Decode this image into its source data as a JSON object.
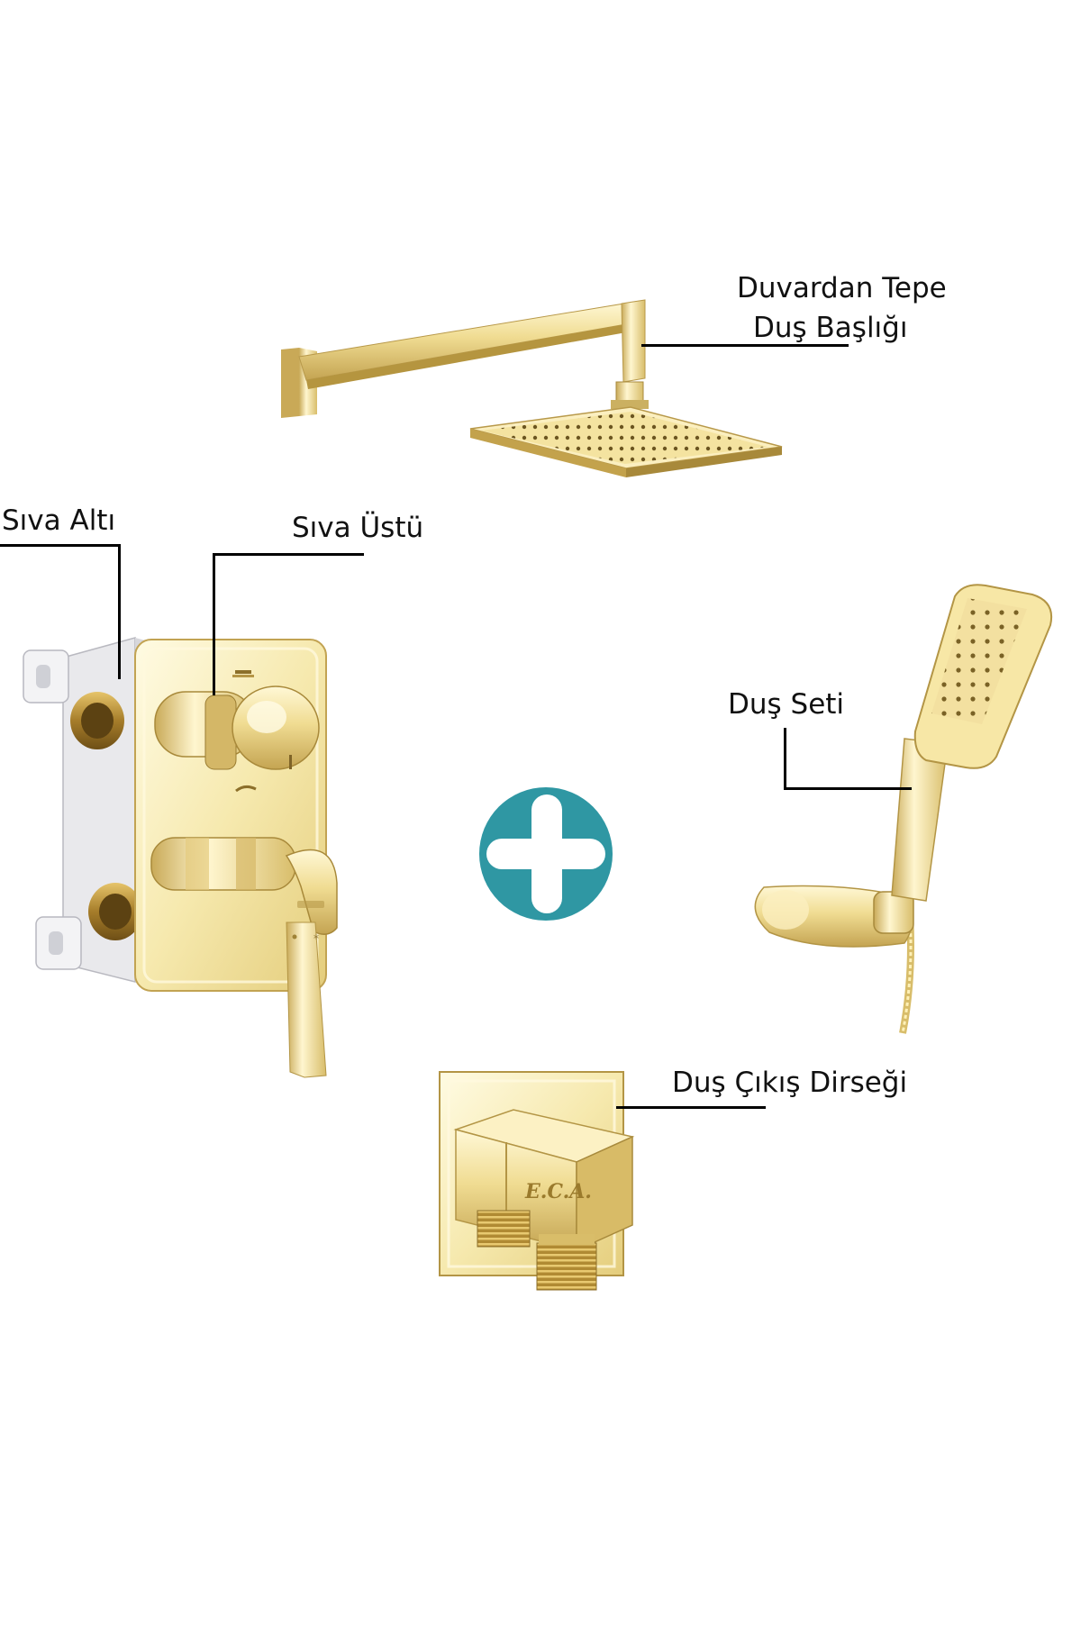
{
  "labels": {
    "shower_head_line1": "Duvardan Tepe",
    "shower_head_line2": "Duş Başlığı",
    "concealed_body": "Sıva Altı",
    "surface_trim": "Sıva Üstü",
    "shower_set": "Duş Seti",
    "outlet_elbow": "Duş Çıkış Dirseği"
  },
  "logos": {
    "elbow_brand": "E.C.A."
  },
  "colors": {
    "gold_light": "#fbf2c4",
    "gold_mid": "#ecd68a",
    "gold_dark": "#b89a45",
    "gold_shadow": "#8c6f2a",
    "plus_circle": "#2f97a3",
    "line": "#000000"
  },
  "icons": {
    "plus": "plus-icon"
  }
}
